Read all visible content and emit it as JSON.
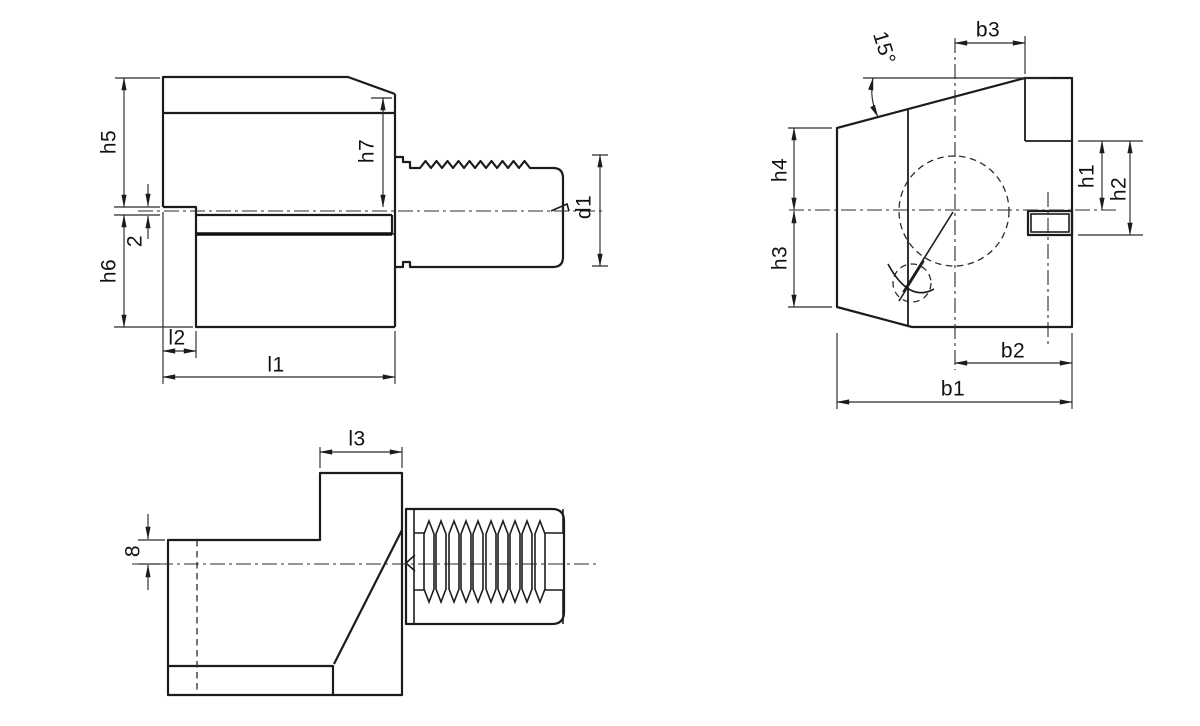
{
  "drawing": {
    "kind": "technical-orthographic-views",
    "views": {
      "front": {
        "dims": {
          "h5": "h5",
          "h6": "h6",
          "seat_gap": "2",
          "h7": "h7",
          "d1": "d1",
          "l2": "l2",
          "l1": "l1"
        }
      },
      "side": {
        "dims": {
          "angle": "15°",
          "b3": "b3",
          "h4": "h4",
          "h3": "h3",
          "h1": "h1",
          "h2": "h2",
          "b2": "b2",
          "b1": "b1"
        }
      },
      "plan": {
        "dims": {
          "l3": "l3",
          "edge_offset": "8"
        }
      }
    },
    "colors": {
      "line": "#1c1c1c",
      "thin_line": "#2b2b2b",
      "background": "#ffffff"
    }
  }
}
